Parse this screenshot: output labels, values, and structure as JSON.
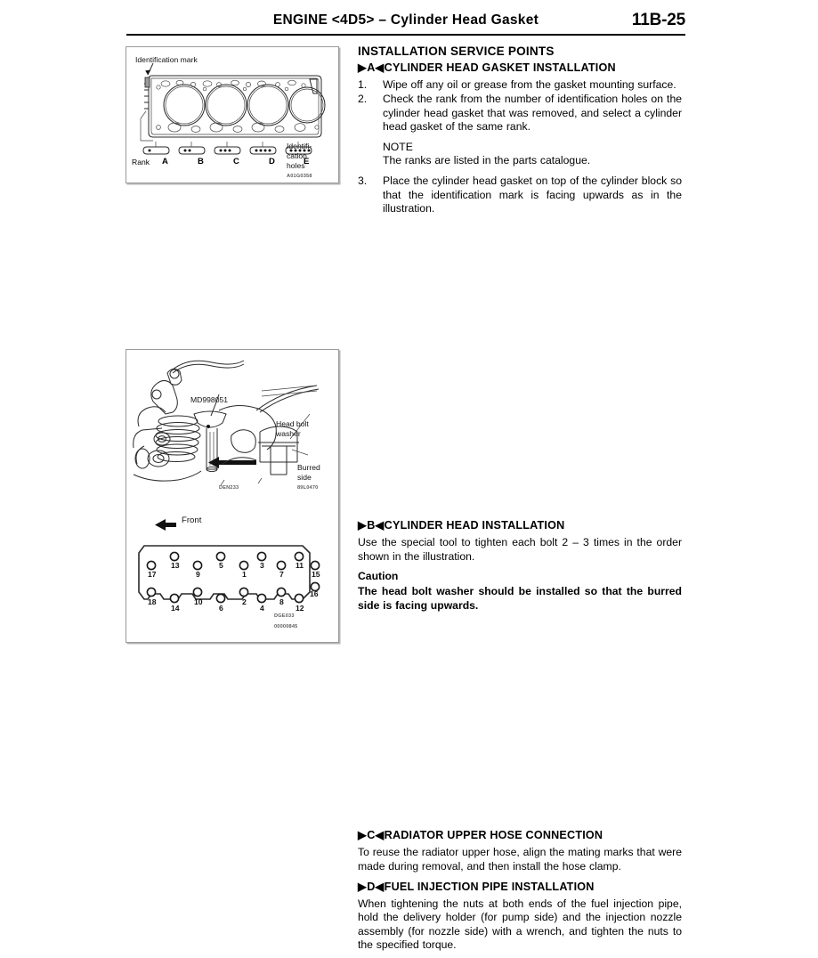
{
  "header": {
    "title": "ENGINE <4D5> – Cylinder Head Gasket",
    "page_number": "11B-25"
  },
  "figures": {
    "gasket": {
      "identification_mark_label": "Identification mark",
      "rank_label": "Rank",
      "ranks": [
        "A",
        "B",
        "C",
        "D",
        "E"
      ],
      "rank_hole_counts": [
        1,
        2,
        3,
        4,
        5
      ],
      "identification_holes_label_line1": "Identifi-",
      "identification_holes_label_line2": "cation",
      "identification_holes_label_line3": "holes",
      "figure_code": "A01G0358"
    },
    "head_install": {
      "special_tool": "MD998051",
      "head_bolt_washer_line1": "Head bolt",
      "head_bolt_washer_line2": "washer",
      "burred_side_line1": "Burred",
      "burred_side_line2": "side",
      "figure_code_tool": "DEN233",
      "figure_code_washer": "89L0470"
    },
    "bolt_order": {
      "front_label": "Front",
      "top_row": [
        17,
        13,
        9,
        5,
        1,
        3,
        7,
        11,
        15
      ],
      "bottom_row": [
        18,
        14,
        10,
        6,
        2,
        4,
        8,
        12,
        16
      ],
      "figure_code": "DGE033",
      "figure_code_2": "00000845"
    }
  },
  "main": {
    "section_title": "INSTALLATION SERVICE POINTS",
    "sections": [
      {
        "marker_left": "▶",
        "letter": "A",
        "marker_right": "◀",
        "heading": "CYLINDER HEAD GASKET INSTALLATION",
        "steps": [
          {
            "num": "1.",
            "text": "Wipe off any oil or grease from the gasket mounting surface."
          },
          {
            "num": "2.",
            "text": "Check the rank from the number of identification holes on the cylinder head gasket that was removed, and select a cylinder head gasket of the same rank."
          },
          {
            "num": "3.",
            "text": "Place the cylinder head gasket on top of the cylinder block so that the identification mark is facing upwards as in the illustration."
          }
        ],
        "note_title": "NOTE",
        "note_text": "The ranks are listed in the parts catalogue."
      },
      {
        "marker_left": "▶",
        "letter": "B",
        "marker_right": "◀",
        "heading": "CYLINDER HEAD INSTALLATION",
        "body": "Use the special tool to tighten each bolt 2 – 3 times in the order shown in the illustration.",
        "caution_title": "Caution",
        "caution_text": "The head bolt washer should be installed so that the burred side is facing upwards."
      },
      {
        "marker_left": "▶",
        "letter": "C",
        "marker_right": "◀",
        "heading": "RADIATOR UPPER HOSE CONNECTION",
        "body": "To reuse the radiator upper hose, align the mating marks that were made during removal, and then install the hose clamp."
      },
      {
        "marker_left": "▶",
        "letter": "D",
        "marker_right": "◀",
        "heading": "FUEL INJECTION PIPE INSTALLATION",
        "body": "When tightening the nuts at both ends of the fuel injection pipe, hold the delivery holder (for pump side) and the injection nozzle assembly (for nozzle side) with a wrench, and tighten the nuts to the specified torque."
      }
    ]
  }
}
